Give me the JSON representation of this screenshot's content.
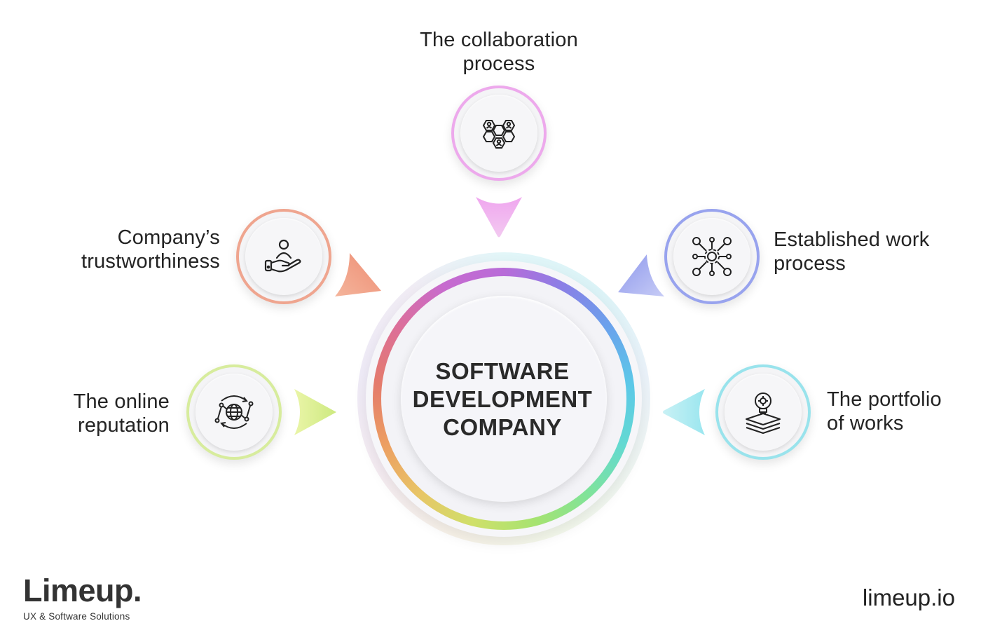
{
  "center": {
    "lines": [
      "SOFTWARE",
      "DEVELOPMENT",
      "COMPANY"
    ]
  },
  "nodes": {
    "collaboration": {
      "lines": [
        "The collaboration",
        "process"
      ],
      "color": "#e79de6",
      "icon": "hexagon-team-icon"
    },
    "trust": {
      "lines": [
        "Company’s",
        "trustworthiness"
      ],
      "color": "#ee9a7f",
      "icon": "hand-person-icon"
    },
    "established": {
      "lines": [
        "Established work",
        "process"
      ],
      "color": "#8f9aec",
      "icon": "network-gear-icon"
    },
    "reputation": {
      "lines": [
        "The online",
        "reputation"
      ],
      "color": "#cde98b",
      "icon": "globe-cycle-icon"
    },
    "portfolio": {
      "lines": [
        "The portfolio",
        "of works"
      ],
      "color": "#8fe0ea",
      "icon": "bulb-layers-icon"
    }
  },
  "brand": {
    "name": "Limeup.",
    "tagline": "UX & Software Solutions",
    "site": "limeup.io"
  }
}
